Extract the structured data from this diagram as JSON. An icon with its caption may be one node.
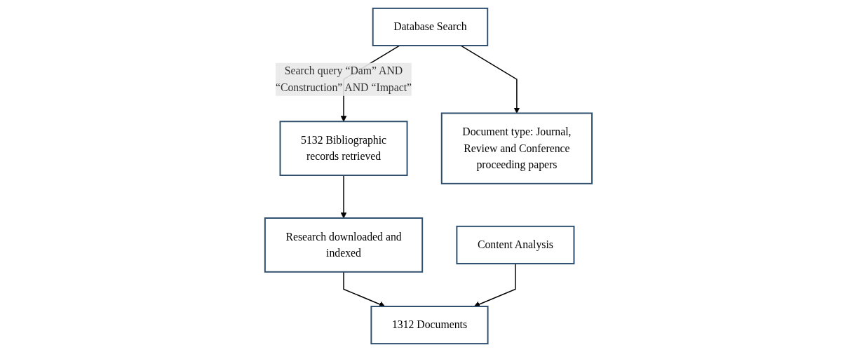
{
  "diagram": {
    "nodes": [
      {
        "text": [
          "Database Search"
        ]
      },
      {
        "text": [
          "5132 Bibliographic records retrieved"
        ]
      },
      {
        "text": [
          "Document type: Journal, Review and Conference proceeding papers"
        ]
      },
      {
        "text": [
          "Research downloaded and indexed"
        ]
      },
      {
        "text": [
          "Content Analysis"
        ]
      },
      {
        "text": [
          "1312 Documents"
        ]
      }
    ],
    "edges": [
      {
        "from": 0,
        "to": 1,
        "arrow": "to",
        "label": "Search query “Dam” AND “Construction” AND “Impact”"
      },
      {
        "from": 0,
        "to": 2,
        "arrow": "to"
      },
      {
        "from": 1,
        "to": 3,
        "arrow": "to"
      },
      {
        "from": 3,
        "to": 5,
        "arrow": "to"
      },
      {
        "from": 4,
        "to": 5,
        "arrow": "to"
      }
    ]
  }
}
